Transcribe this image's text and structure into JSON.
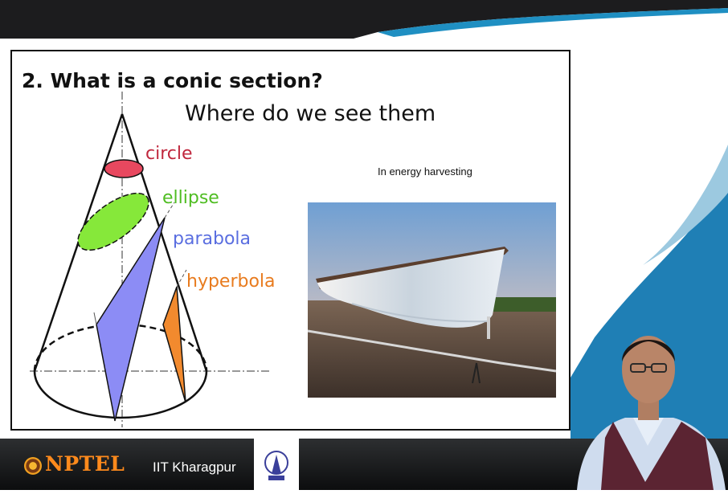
{
  "slide": {
    "title": "2. What is a conic section?",
    "subtitle": "Where do we see them",
    "photo_caption": "In energy harvesting"
  },
  "conic_labels": {
    "circle": "circle",
    "ellipse": "ellipse",
    "parabola": "parabola",
    "hyperbola": "hyperbola"
  },
  "colors": {
    "circle": "#e8485f",
    "ellipse": "#86e83a",
    "parabola": "#8c8cf5",
    "hyperbola": "#f28a2e",
    "circle_text": "#c0273d",
    "ellipse_text": "#4fbd22",
    "parabola_text": "#5a6ee0",
    "hyperbola_text": "#e87b1e",
    "top_band": "#1c1c1e",
    "accent_blue": "#1f8fc2",
    "nptel_orange": "#ff8a1c"
  },
  "footer": {
    "logo_text": "NPTEL",
    "institute": "IIT Kharagpur"
  },
  "icons": {
    "nptel_mark": "nptel-wheel-icon",
    "institute_emblem": "iit-kgp-emblem-icon"
  }
}
